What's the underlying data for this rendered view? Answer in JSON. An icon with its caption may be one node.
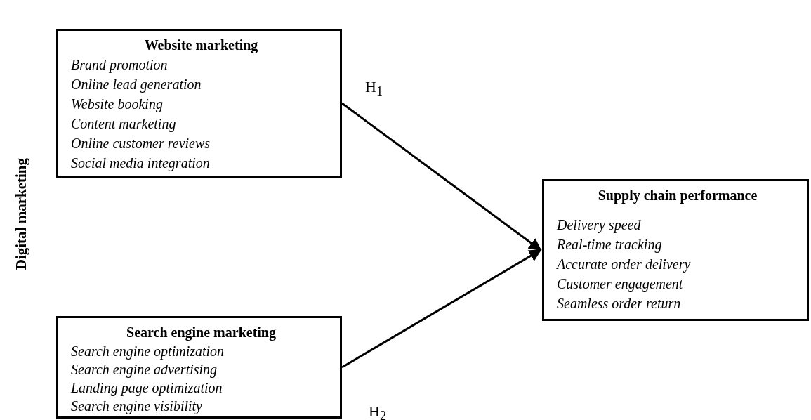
{
  "diagram": {
    "nodes": [
      {
        "text": [
          "Website marketing",
          "Brand promotion",
          "Online lead generation",
          "Website booking",
          "Content marketing",
          "Online customer reviews",
          "Social media integration"
        ]
      },
      {
        "text": [
          "Search engine marketing",
          "Search engine optimization",
          "Search engine advertising",
          "Landing page optimization",
          "Search engine visibility"
        ]
      },
      {
        "text": [
          "Supply chain performance",
          "Delivery speed",
          "Real-time tracking",
          "Accurate order delivery",
          "Customer engagement",
          "Seamless order return"
        ]
      }
    ],
    "edges": [
      {
        "from": 0,
        "to": 2,
        "arrow": "to",
        "label": "H$_{1}$"
      },
      {
        "from": 1,
        "to": 2,
        "arrow": "to",
        "label": "H$_{2}$"
      }
    ],
    "labels": [
      "Digital marketing"
    ]
  }
}
